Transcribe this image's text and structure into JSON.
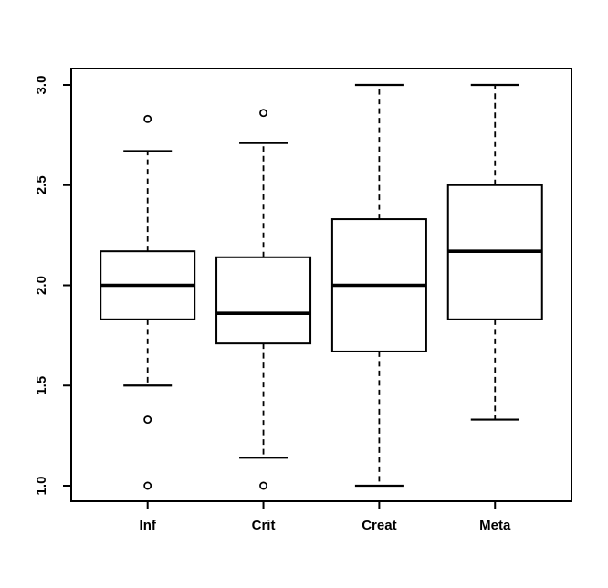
{
  "figure": {
    "background_color": "#ffffff",
    "line_color": "#000000"
  },
  "chart_data": {
    "type": "boxplot",
    "title": "",
    "xlabel": "",
    "ylabel": "",
    "grid": false,
    "orientation": "vertical",
    "categories": [
      "Inf",
      "Crit",
      "Creat",
      "Meta"
    ],
    "ylim": [
      1.0,
      3.0
    ],
    "yticks": {
      "values": [
        1.0,
        1.5,
        2.0,
        2.5,
        3.0
      ],
      "labels": [
        "1.0",
        "1.5",
        "2.0",
        "2.5",
        "3.0"
      ]
    },
    "series": [
      {
        "name": "Inf",
        "whisker_low": 1.5,
        "q1": 1.83,
        "median": 2.0,
        "q3": 2.17,
        "whisker_high": 2.67,
        "outliers": [
          1.0,
          1.33,
          2.83
        ]
      },
      {
        "name": "Crit",
        "whisker_low": 1.14,
        "q1": 1.71,
        "median": 1.86,
        "q3": 2.14,
        "whisker_high": 2.71,
        "outliers": [
          1.0,
          2.86
        ]
      },
      {
        "name": "Creat",
        "whisker_low": 1.0,
        "q1": 1.67,
        "median": 2.0,
        "q3": 2.33,
        "whisker_high": 3.0,
        "outliers": []
      },
      {
        "name": "Meta",
        "whisker_low": 1.33,
        "q1": 1.83,
        "median": 2.17,
        "q3": 2.5,
        "whisker_high": 3.0,
        "outliers": []
      }
    ]
  }
}
